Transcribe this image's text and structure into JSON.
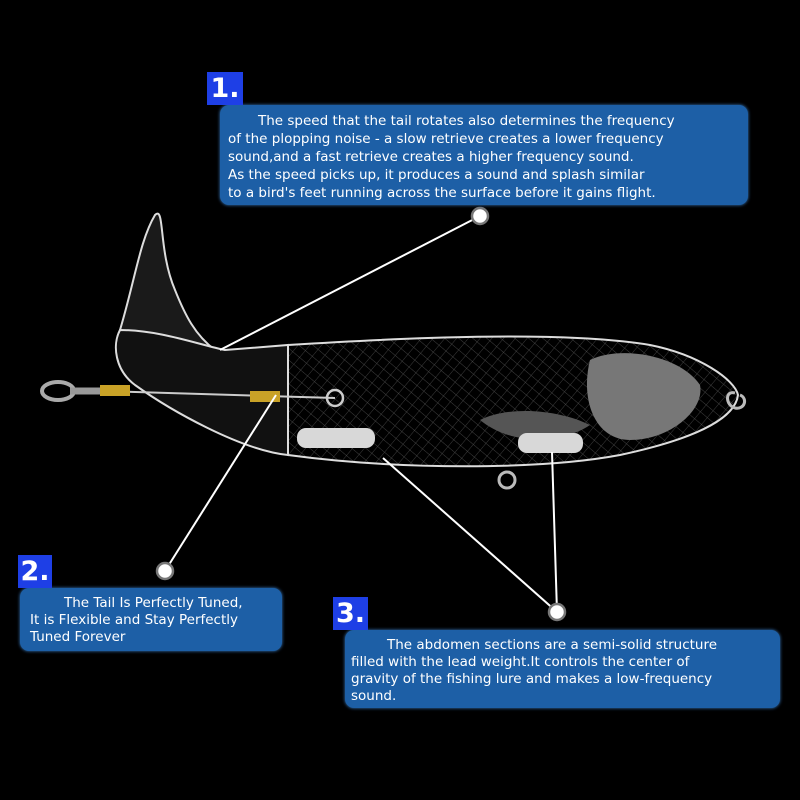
{
  "callouts": [
    {
      "number": "1.",
      "text": "      The speed that the tail rotates also determines the frequency\nof the plopping noise - a slow retrieve creates a lower frequency\nsound,and a fast retrieve creates a higher frequency sound.\n    As the speed picks up, it produces a sound and splash similar\nto a bird's feet running across the surface before it gains flight."
    },
    {
      "number": "2.",
      "text": "         The Tail Is Perfectly Tuned,\nIt is Flexible and Stay Perfectly\nTuned Forever"
    },
    {
      "number": "3.",
      "text": "          The abdomen sections are a semi-solid structure\nfilled with the lead weight.It controls the center of\ngravity of the fishing lure and makes a low-frequency\nsound."
    }
  ],
  "colors": {
    "background": "#000000",
    "callout_box": "#1d5fa6",
    "number_badge": "#1e3fe6",
    "outline": "#ffffff",
    "brass": "#c9a227"
  }
}
